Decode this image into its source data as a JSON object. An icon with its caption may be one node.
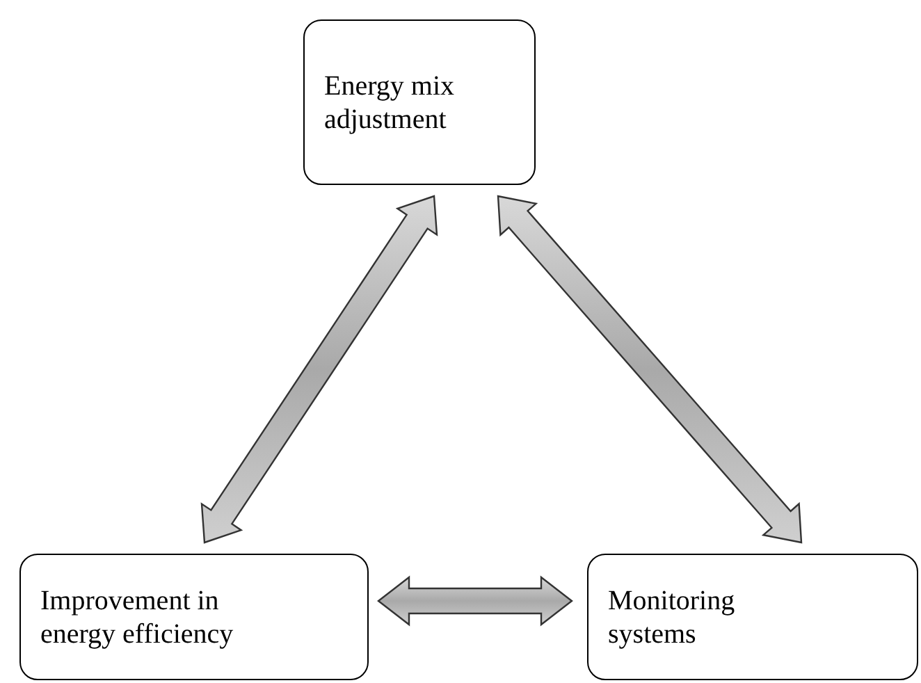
{
  "diagram": {
    "nodes": [
      {
        "text": [
          "Energy mix adjustment"
        ]
      },
      {
        "text": [
          "Improvement in energy efficiency"
        ]
      },
      {
        "text": [
          "Monitoring systems"
        ]
      }
    ],
    "edges": [
      {
        "from": 0,
        "to": 1,
        "arrow": "both"
      },
      {
        "from": 0,
        "to": 2,
        "arrow": "both"
      },
      {
        "from": 1,
        "to": 2,
        "arrow": "both"
      }
    ]
  }
}
